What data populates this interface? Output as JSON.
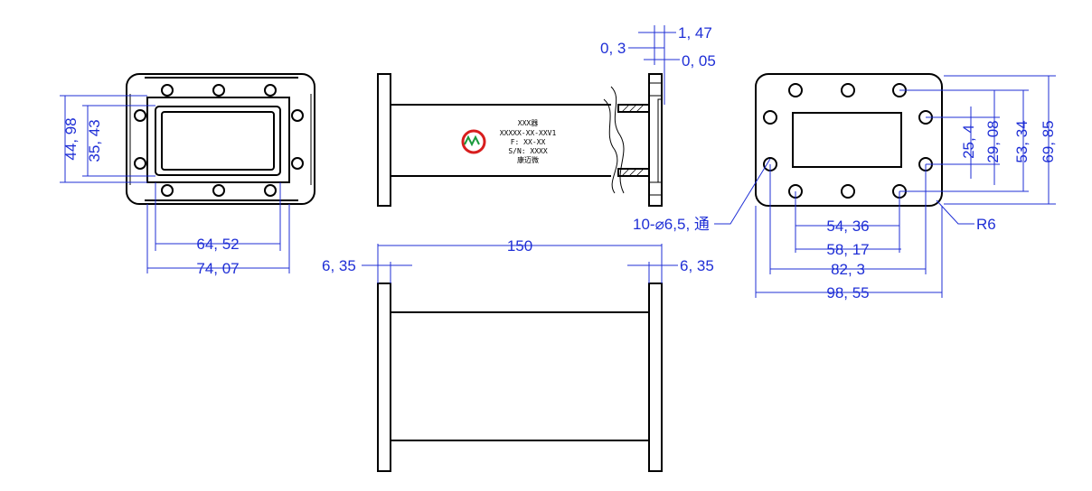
{
  "dimensions": {
    "front_outer_height": "44, 98",
    "front_inner_height": "35, 43",
    "front_inner_width": "64, 52",
    "front_outer_width": "74, 07",
    "side_top_big": "1, 47",
    "side_top_small": "0, 3",
    "side_top_tol": "0, 05",
    "length": "150",
    "flange_left": "6, 35",
    "flange_right": "6, 35",
    "rear_dim_25": "25, 4",
    "rear_dim_29": "29, 08",
    "rear_dim_53": "53, 34",
    "rear_dim_69": "69, 85",
    "rear_dim_54": "54, 36",
    "rear_dim_58": "58, 17",
    "rear_dim_82": "82, 3",
    "rear_dim_98": "98, 55",
    "holes_note": "10-⌀6,5, 通",
    "radius_note": "R6"
  },
  "nameplate": {
    "line1": "XXX器",
    "line2": "XXXXX-XX-XXV1",
    "line3": "F: XX-XX",
    "line4": "S/N: XXXX",
    "line5": "康迈微"
  },
  "colors": {
    "dimension": "#1f2fd6",
    "object": "#000000",
    "logo_red": "#d81e1e",
    "logo_green": "#1b9a3c"
  }
}
